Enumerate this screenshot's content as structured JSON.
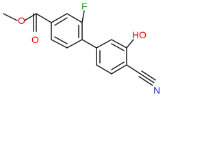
{
  "molecule": {
    "atoms": {
      "o_ether": {
        "text": "O",
        "color": "#e00000"
      },
      "o_carbonyl": {
        "text": "O",
        "color": "#e00000"
      },
      "fluorine": {
        "text": "F",
        "color": "#2aaa2a"
      },
      "hydroxyl": {
        "text": "HO",
        "color": "#e00000"
      },
      "nitrogen": {
        "text": "N",
        "color": "#2020cc"
      }
    }
  }
}
